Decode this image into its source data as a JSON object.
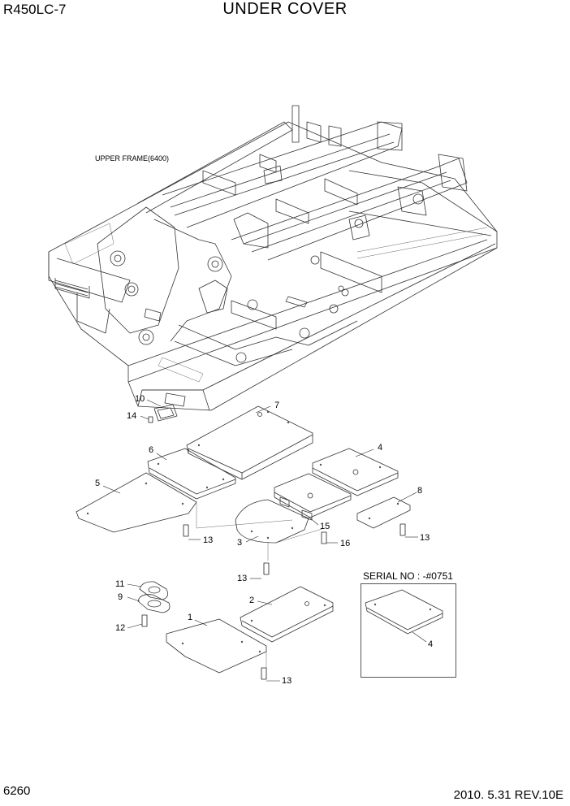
{
  "header": {
    "model": "R450LC-7",
    "title": "UNDER COVER"
  },
  "frame_label": "UPPER FRAME(6400)",
  "serial_note": "SERIAL NO : -#0751",
  "callouts": [
    {
      "id": "c10",
      "label": "10"
    },
    {
      "id": "c14",
      "label": "14"
    },
    {
      "id": "c7",
      "label": "7"
    },
    {
      "id": "c6",
      "label": "6"
    },
    {
      "id": "c4",
      "label": "4"
    },
    {
      "id": "c5",
      "label": "5"
    },
    {
      "id": "c8",
      "label": "8"
    },
    {
      "id": "c13a",
      "label": "13"
    },
    {
      "id": "c15",
      "label": "15"
    },
    {
      "id": "c3",
      "label": "3"
    },
    {
      "id": "c16",
      "label": "16"
    },
    {
      "id": "c13b",
      "label": "13"
    },
    {
      "id": "c13c",
      "label": "13"
    },
    {
      "id": "c11",
      "label": "11"
    },
    {
      "id": "c9",
      "label": "9"
    },
    {
      "id": "c2",
      "label": "2"
    },
    {
      "id": "c1",
      "label": "1"
    },
    {
      "id": "c12",
      "label": "12"
    },
    {
      "id": "c13d",
      "label": "13"
    },
    {
      "id": "c4b",
      "label": "4"
    }
  ],
  "footer": {
    "page": "6260",
    "revision": "2010. 5.31  REV.10E"
  }
}
